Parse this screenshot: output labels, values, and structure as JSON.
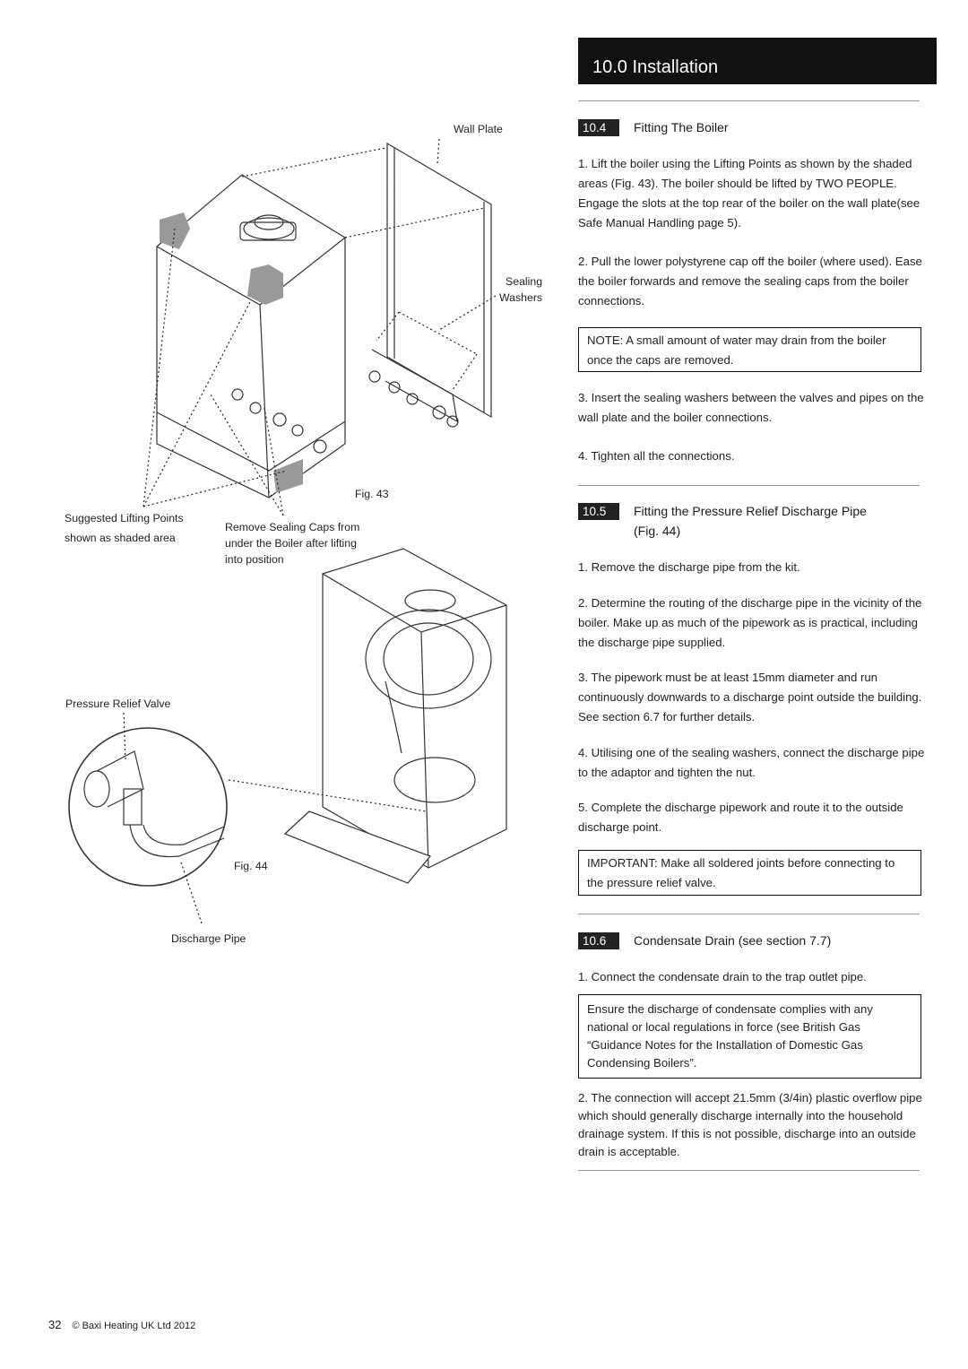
{
  "header": {
    "title": "10.0 Installation"
  },
  "section_10_4": {
    "number": "10.4",
    "title": "Fitting The Boiler",
    "p1": "1. Lift the boiler using the Lifting Points as shown by the shaded areas (Fig. 43). The boiler should be lifted by TWO PEOPLE. Engage the slots at the top rear of the boiler on the wall plate(see Safe Manual Handling page 5).",
    "p2": "2. Pull the lower polystyrene cap off the boiler (where used). Ease the boiler forwards and remove the sealing caps from the boiler connections.",
    "note": "NOTE: A small amount of water may drain from the boiler once the caps are removed.",
    "p3": "3. Insert the sealing washers between the valves and pipes on the wall plate and the boiler connections.",
    "p4": "4. Tighten all the connections."
  },
  "section_10_5": {
    "number": "10.5",
    "title": "Fitting the Pressure Relief Discharge Pipe (Fig. 44)",
    "p1": "1. Remove the discharge pipe from the kit.",
    "p2": "2. Determine the routing of the discharge pipe in the vicinity of the boiler. Make up as much of the pipework as is practical, including the discharge pipe supplied.",
    "p3": "3. The pipework must be at least 15mm diameter and run continuously downwards to a discharge point outside the building. See section 6.7 for further details.",
    "p4": "4. Utilising one of the sealing washers, connect the discharge pipe to the adaptor and tighten the nut.",
    "p5": "5. Complete the discharge pipework and route it to the outside discharge point.",
    "important": "IMPORTANT: Make all soldered joints before connecting to the pressure relief valve."
  },
  "section_10_6": {
    "number": "10.6",
    "title": "Condensate Drain (see section 7.7)",
    "p1": "1. Connect the condensate drain to the trap outlet pipe.",
    "box": "Ensure the discharge of condensate complies with any national or local regulations in force (see British Gas “Guidance Notes for the Installation of Domestic Gas Condensing Boilers”.",
    "p2": "2. The connection will accept 21.5mm (3/4in) plastic overflow pipe which should generally discharge internally into the household drainage system. If this is not possible, discharge into an outside drain is acceptable."
  },
  "figure_labels": {
    "wall_plate": "Wall Plate",
    "sealing_washers": "Sealing\nWashers",
    "fig43": "Fig. 43",
    "suggested_lifting": "Suggested Lifting Points\nshown as shaded area",
    "remove_caps": "Remove Sealing Caps from\nunder the Boiler after lifting\ninto position",
    "pressure_relief_valve": "Pressure Relief Valve",
    "fig44": "Fig. 44",
    "discharge_pipe": "Discharge Pipe"
  },
  "footer": {
    "page_number": "32",
    "copyright": "© Baxi Heating UK Ltd 2012"
  }
}
